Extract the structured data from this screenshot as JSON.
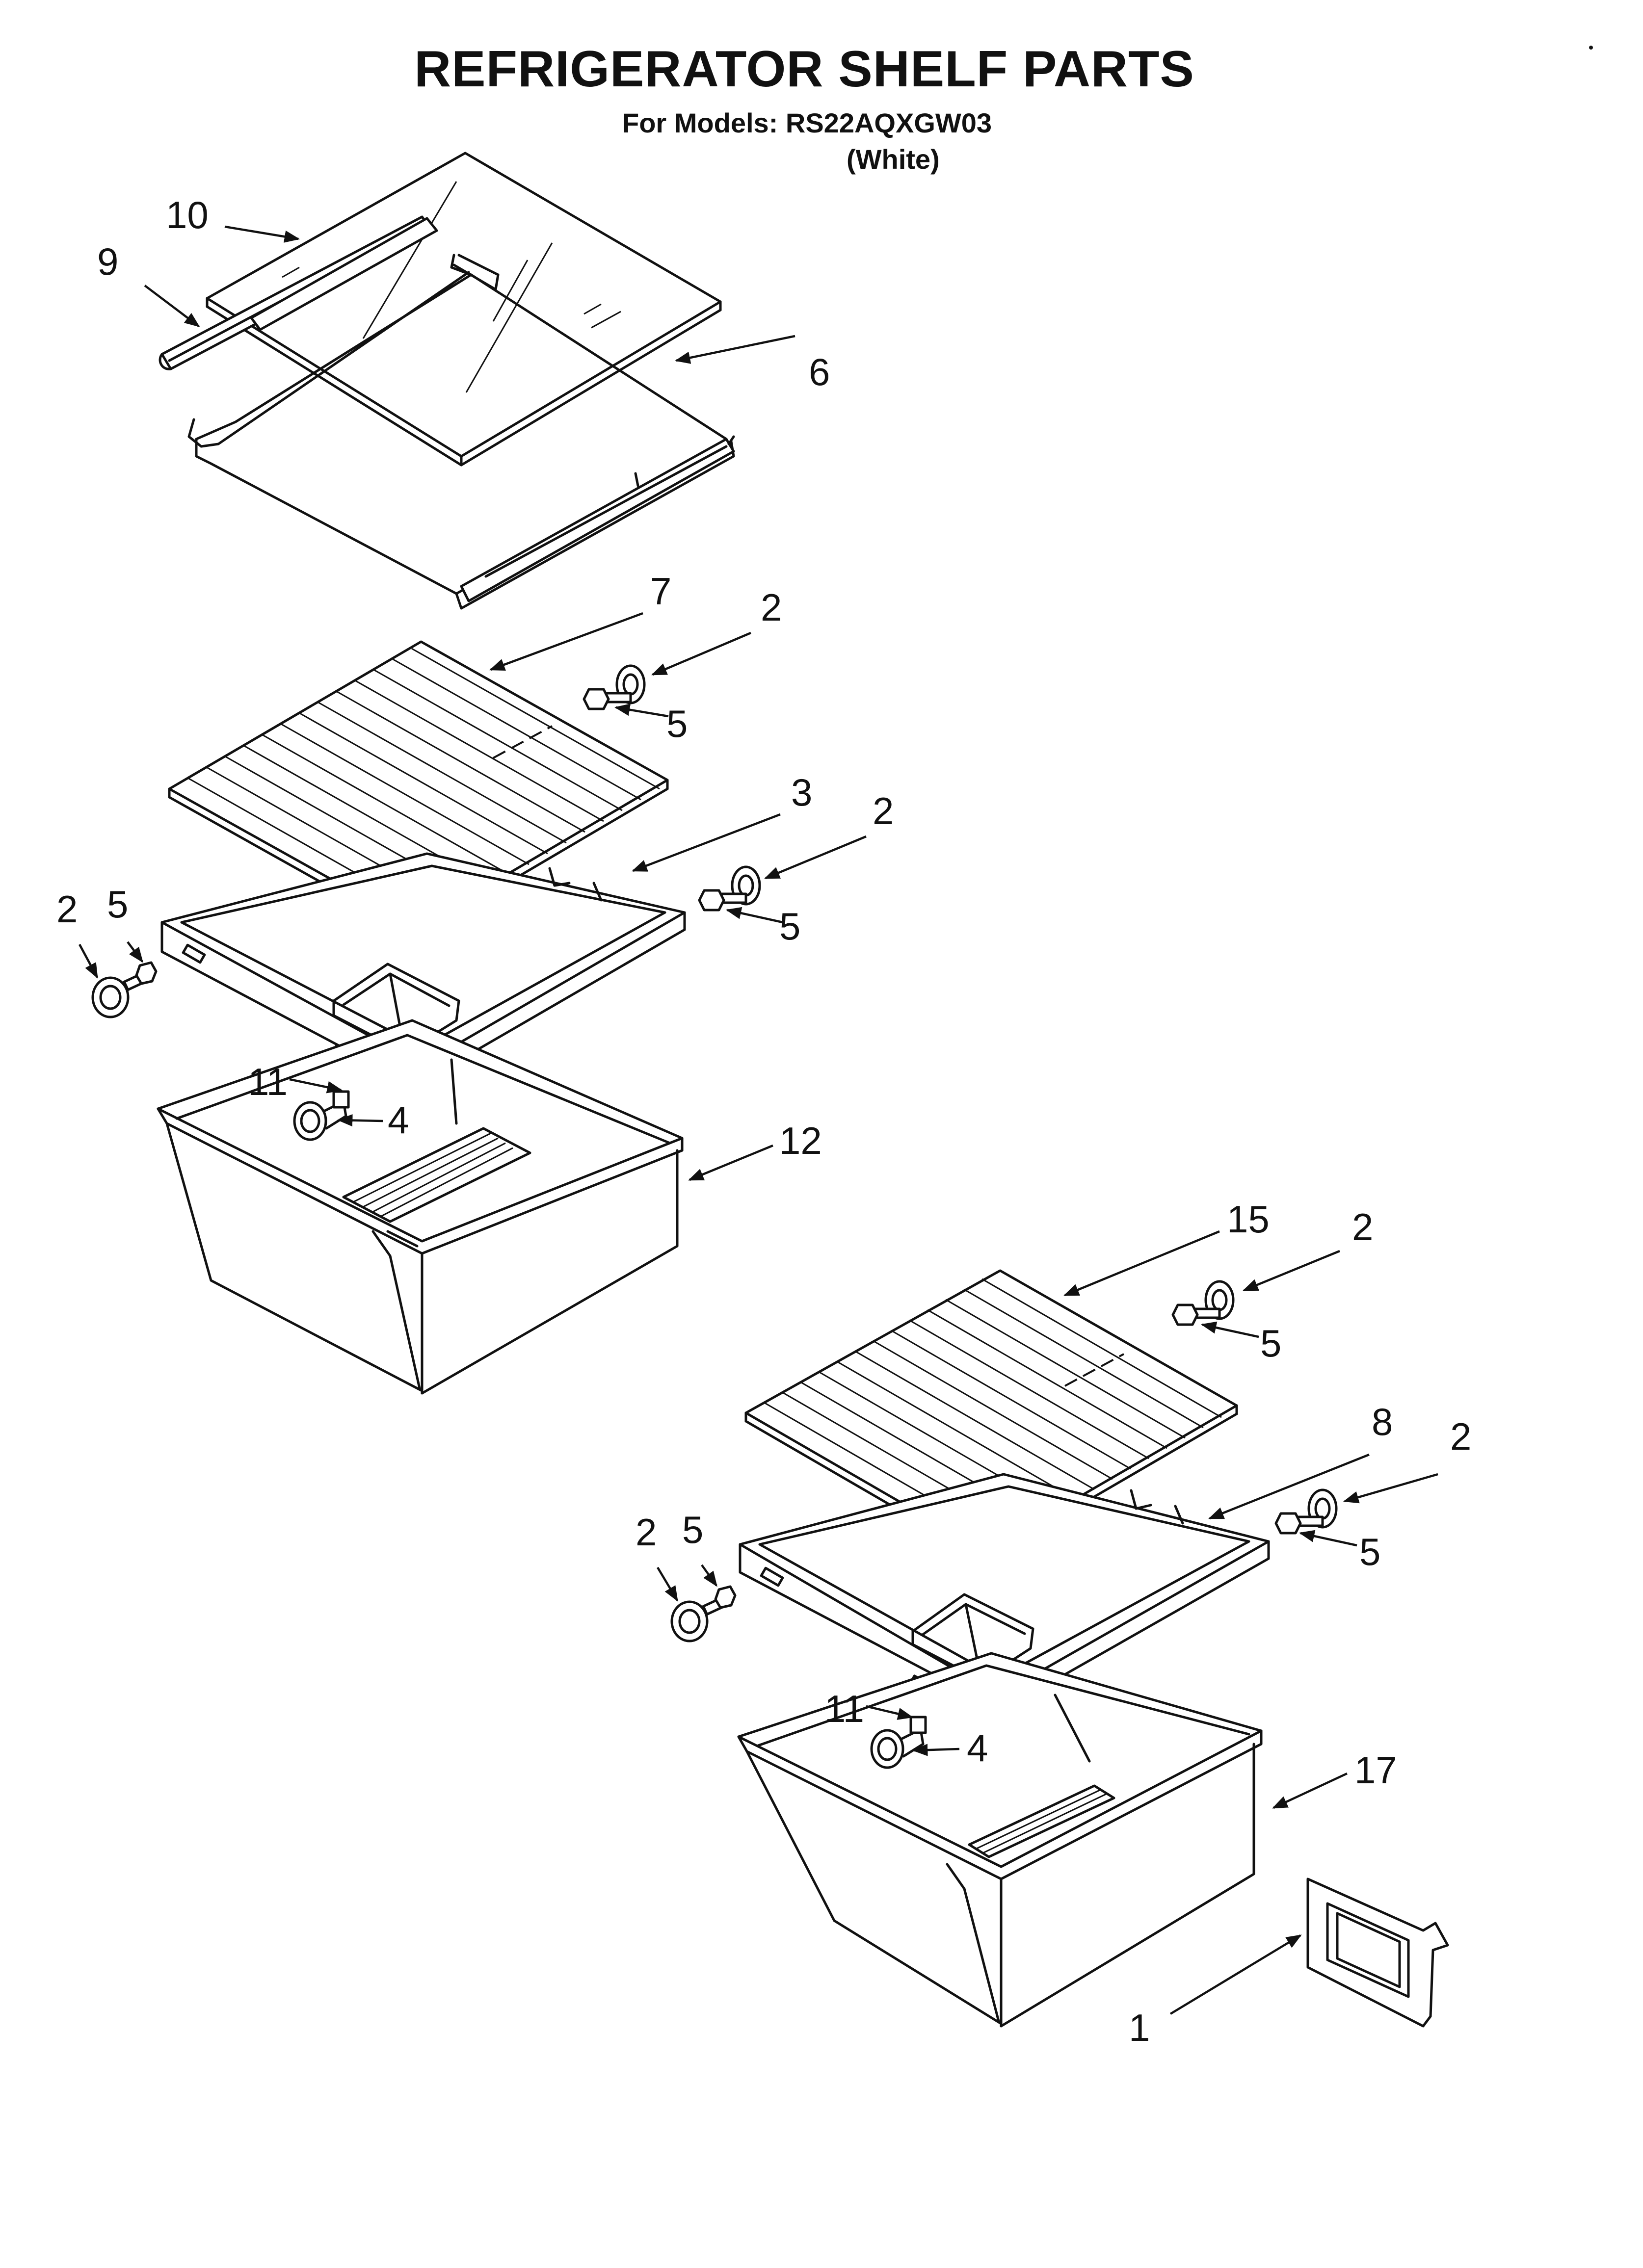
{
  "header": {
    "title": "REFRIGERATOR SHELF PARTS",
    "models_line": "For Models: RS22AQXGW03",
    "color_line": "(White)"
  },
  "callouts": [
    {
      "id": "c10",
      "label": "10"
    },
    {
      "id": "c9",
      "label": "9"
    },
    {
      "id": "c6",
      "label": "6"
    },
    {
      "id": "c7",
      "label": "7"
    },
    {
      "id": "c2a",
      "label": "2"
    },
    {
      "id": "c5a",
      "label": "5"
    },
    {
      "id": "c3",
      "label": "3"
    },
    {
      "id": "c2b",
      "label": "2"
    },
    {
      "id": "c5b",
      "label": "5"
    },
    {
      "id": "c2c",
      "label": "2"
    },
    {
      "id": "c5c",
      "label": "5"
    },
    {
      "id": "c11a",
      "label": "11"
    },
    {
      "id": "c4a",
      "label": "4"
    },
    {
      "id": "c12",
      "label": "12"
    },
    {
      "id": "c15",
      "label": "15"
    },
    {
      "id": "c2d",
      "label": "2"
    },
    {
      "id": "c5d",
      "label": "5"
    },
    {
      "id": "c8",
      "label": "8"
    },
    {
      "id": "c2e",
      "label": "2"
    },
    {
      "id": "c5e",
      "label": "5"
    },
    {
      "id": "c2f",
      "label": "2"
    },
    {
      "id": "c5f",
      "label": "5"
    },
    {
      "id": "c11b",
      "label": "11"
    },
    {
      "id": "c4b",
      "label": "4"
    },
    {
      "id": "c17",
      "label": "17"
    },
    {
      "id": "c1",
      "label": "1"
    }
  ]
}
